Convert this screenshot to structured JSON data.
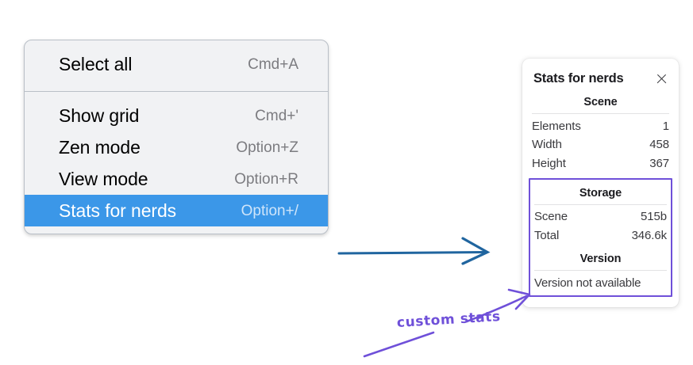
{
  "context_menu": {
    "name": "canvas-context-menu",
    "sections": [
      {
        "items": [
          {
            "label": "Select all",
            "shortcut": "Cmd+A",
            "selected": false
          }
        ]
      },
      {
        "items": [
          {
            "label": "Show grid",
            "shortcut": "Cmd+'",
            "selected": false
          },
          {
            "label": "Zen mode",
            "shortcut": "Option+Z",
            "selected": false
          },
          {
            "label": "View mode",
            "shortcut": "Option+R",
            "selected": false
          },
          {
            "label": "Stats for nerds",
            "shortcut": "Option+/",
            "selected": true
          }
        ]
      }
    ]
  },
  "stats_panel": {
    "title": "Stats for nerds",
    "close_icon": "close-icon",
    "sections": [
      {
        "heading": "Scene",
        "boxed": false,
        "rows": [
          {
            "key": "Elements",
            "value": "1"
          },
          {
            "key": "Width",
            "value": "458"
          },
          {
            "key": "Height",
            "value": "367"
          }
        ]
      },
      {
        "heading": "Storage",
        "boxed": true,
        "rows": [
          {
            "key": "Scene",
            "value": "515b"
          },
          {
            "key": "Total",
            "value": "346.6k"
          }
        ]
      },
      {
        "heading": "Version",
        "boxed": true,
        "note": "Version not available"
      }
    ]
  },
  "annotations": {
    "text": "custom stats",
    "arrow_blue_label": "blue-arrow",
    "arrow_purple_label": "purple-arrow",
    "underline_label": "purple-underline-stroke"
  },
  "colors": {
    "menu_background": "#f1f2f4",
    "menu_border": "#b9bfc7",
    "menu_selected": "#3b97e8",
    "shortcut_text": "#7c7c80",
    "panel_background": "#ffffff",
    "highlight_purple": "#6f50d9",
    "arrow_blue": "#20659f",
    "page_background": "#ffffff"
  }
}
